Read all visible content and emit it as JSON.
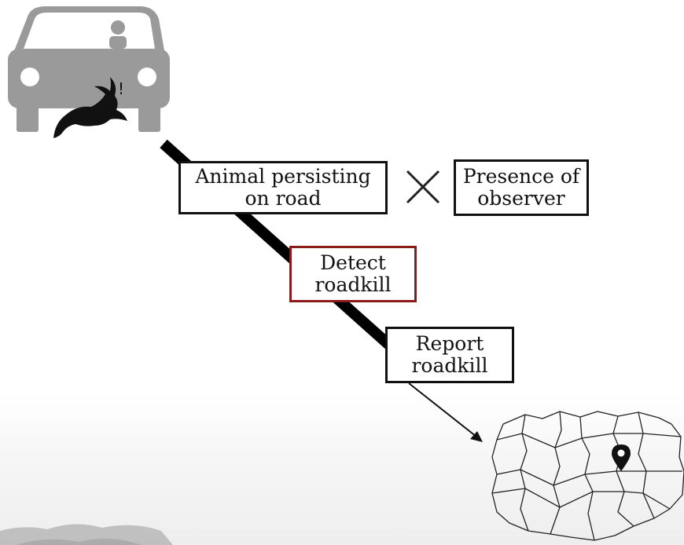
{
  "diagram": {
    "nodes": {
      "animal_persisting": [
        "Animal persisting",
        "on road"
      ],
      "presence_of_observer": [
        "Presence of",
        "observer"
      ],
      "detect_roadkill": [
        "Detect",
        "roadkill"
      ],
      "report_roadkill": [
        "Report",
        "roadkill"
      ]
    },
    "operator": "×",
    "colors": {
      "box_border": "#111111",
      "detect_border": "#8b1a1a",
      "car": "#9a9a9a",
      "rabbit": "#111111",
      "road_line": "#000000"
    },
    "icons": [
      "car-icon",
      "rabbit-icon",
      "map-icon",
      "location-pin-icon"
    ]
  }
}
